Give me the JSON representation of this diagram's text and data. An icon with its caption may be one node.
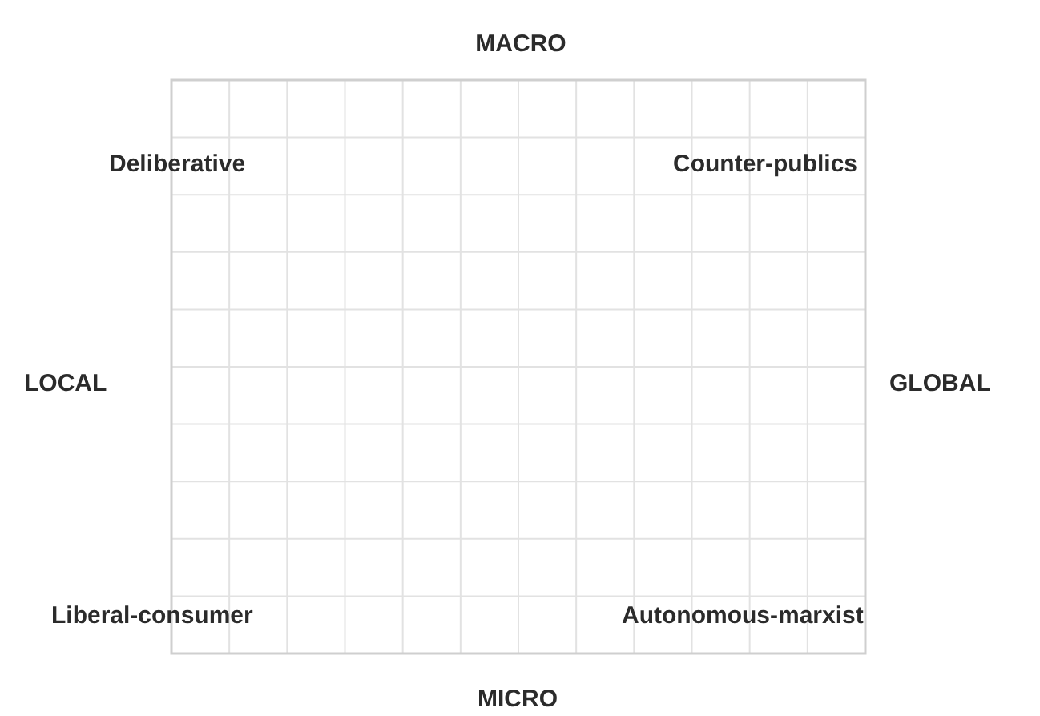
{
  "diagram": {
    "labels": [
      "MACRO",
      "Deliberative",
      "Counter-publics",
      "LOCAL",
      "GLOBAL",
      "Liberal-consumer",
      "Autonomous-marxist",
      "MICRO"
    ]
  }
}
